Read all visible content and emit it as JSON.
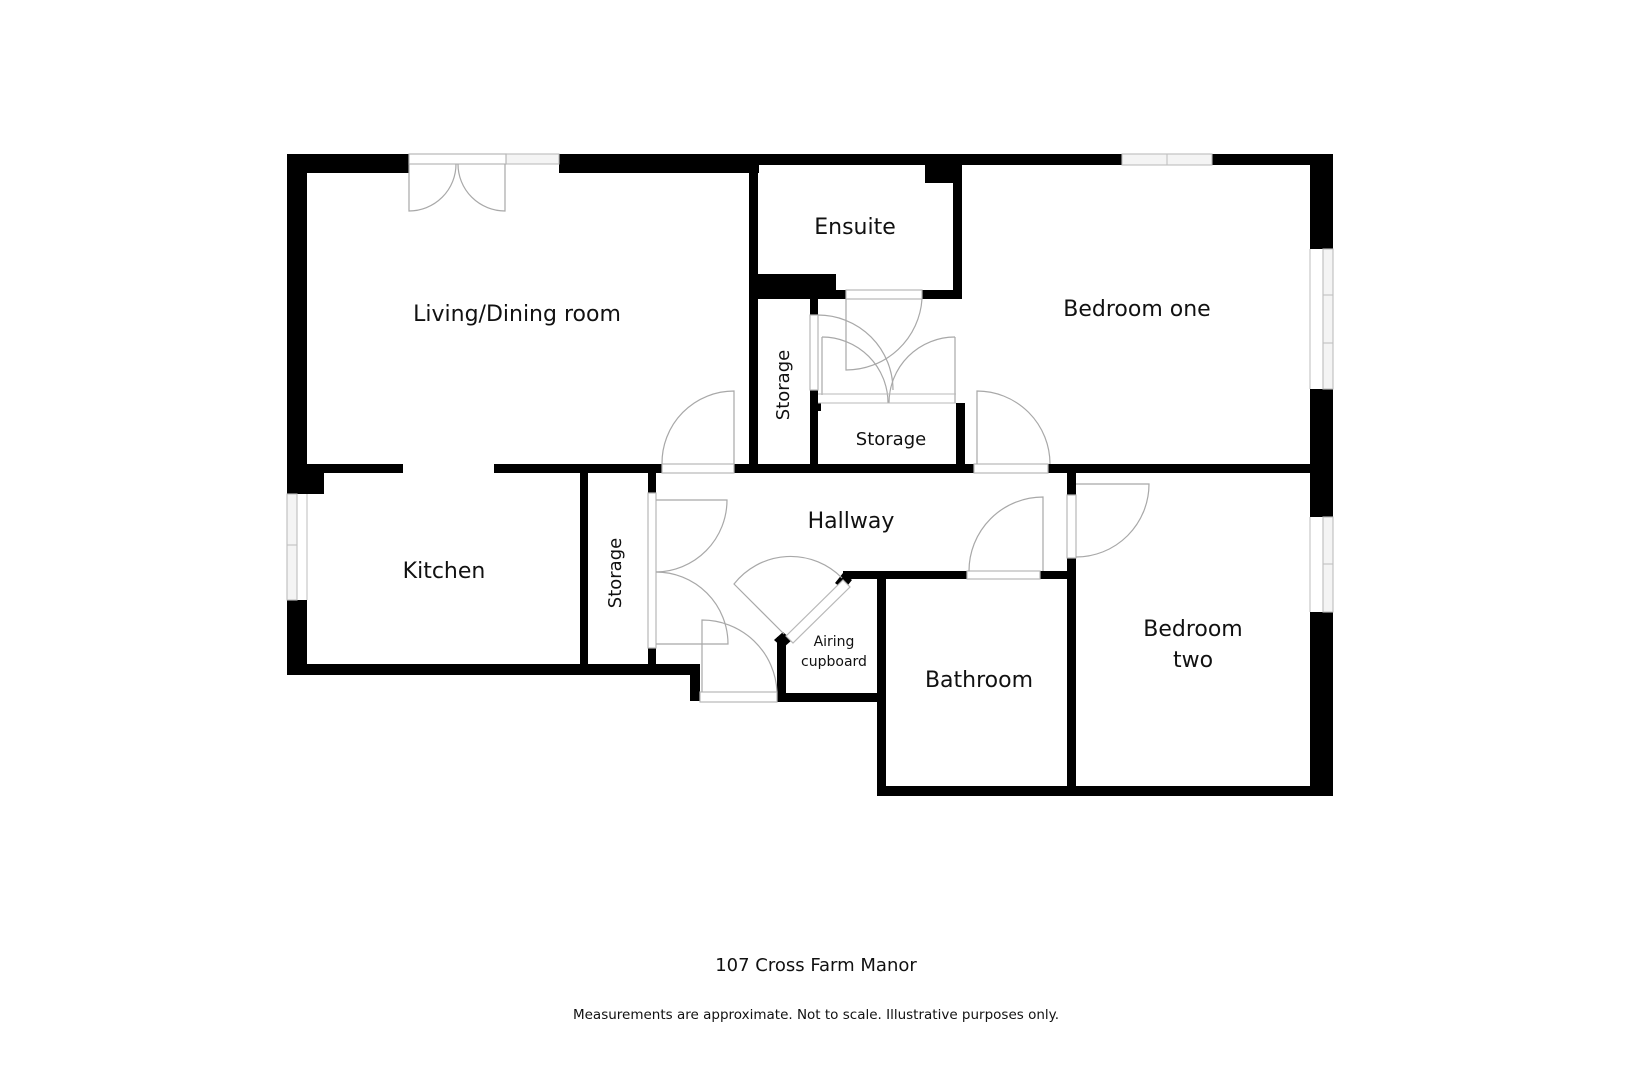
{
  "plan": {
    "property_name": "107 Cross Farm Manor",
    "disclaimer": "Measurements are approximate. Not to scale. Illustrative purposes only.",
    "colors": {
      "wall": "#000000",
      "fixture_line": "#b8b8b8",
      "background": "#ffffff"
    },
    "rooms": {
      "living_dining": "Living/Dining room",
      "ensuite": "Ensuite",
      "bedroom_one": "Bedroom one",
      "storage_vertical_upper": "Storage",
      "storage_horizontal_upper": "Storage",
      "kitchen": "Kitchen",
      "storage_vertical_lower": "Storage",
      "hallway": "Hallway",
      "airing_cupboard_line1": "Airing",
      "airing_cupboard_line2": "cupboard",
      "bathroom": "Bathroom",
      "bedroom_two_line1": "Bedroom",
      "bedroom_two_line2": "two"
    }
  }
}
